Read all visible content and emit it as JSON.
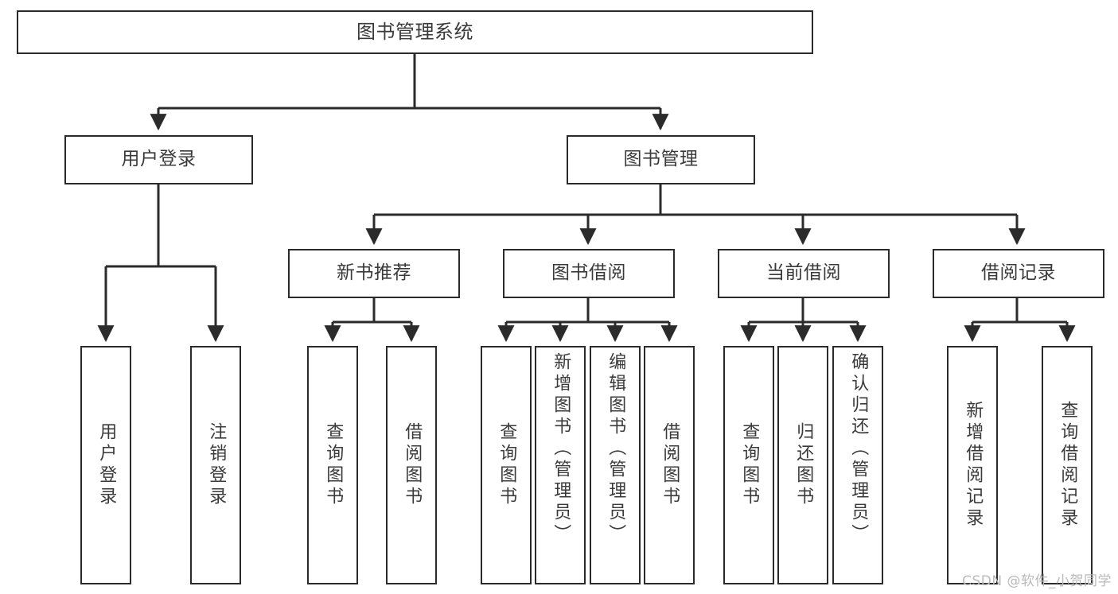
{
  "diagram": {
    "title": "图书管理系统",
    "watermark": "CSDN @软件_小贺同学",
    "stroke_color": "#2b2b2b",
    "text_color": "#3a3a3a",
    "background_color": "#ffffff",
    "levels": {
      "root": "图书管理系统",
      "level2": [
        "用户登录",
        "图书管理"
      ],
      "level3": [
        "新书推荐",
        "图书借阅",
        "当前借阅",
        "借阅记录"
      ]
    },
    "nodes": {
      "root": {
        "label": "图书管理系统"
      },
      "user_login": {
        "label": "用户登录"
      },
      "book_manage": {
        "label": "图书管理"
      },
      "new_book_rec": {
        "label": "新书推荐"
      },
      "book_borrow": {
        "label": "图书借阅"
      },
      "current_borrow": {
        "label": "当前借阅"
      },
      "borrow_record": {
        "label": "借阅记录"
      },
      "leaf_user_login": {
        "label": "用户登录"
      },
      "leaf_logout": {
        "label": "注销登录"
      },
      "leaf_query_book_1": {
        "label": "查询图书"
      },
      "leaf_borrow_book_1": {
        "label": "借阅图书"
      },
      "leaf_query_book_2": {
        "label": "查询图书"
      },
      "leaf_add_book_admin": {
        "label": "新增图书（管理员）"
      },
      "leaf_edit_book_admin": {
        "label": "编辑图书（管理员）"
      },
      "leaf_borrow_book_2": {
        "label": "借阅图书"
      },
      "leaf_query_book_3": {
        "label": "查询图书"
      },
      "leaf_return_book": {
        "label": "归还图书"
      },
      "leaf_confirm_return_admin": {
        "label": "确认归还（管理员）"
      },
      "leaf_add_record": {
        "label": "新增借阅记录"
      },
      "leaf_query_record": {
        "label": "查询借阅记录"
      }
    }
  }
}
